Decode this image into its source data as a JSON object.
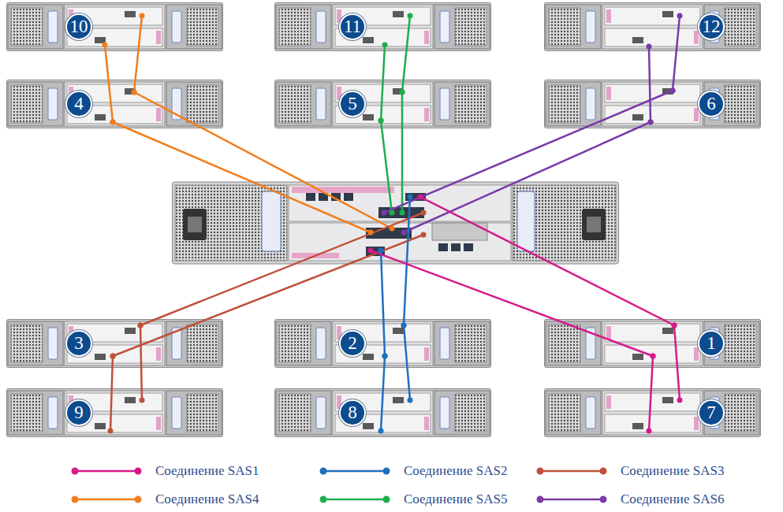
{
  "diagram": {
    "nodes": [
      {
        "text": [
          "10"
        ]
      },
      {
        "text": [
          "11"
        ]
      },
      {
        "text": [
          "12"
        ]
      },
      {
        "text": [
          "4"
        ]
      },
      {
        "text": [
          "5"
        ]
      },
      {
        "text": [
          "6"
        ]
      },
      {
        "text": [
          "3"
        ]
      },
      {
        "text": [
          "2"
        ]
      },
      {
        "text": [
          "1"
        ]
      },
      {
        "text": [
          "9"
        ]
      },
      {
        "text": [
          "8"
        ]
      },
      {
        "text": [
          "7"
        ]
      }
    ],
    "edges": [
      {
        "from": 0,
        "to": 3,
        "arrow": "none"
      },
      {
        "from": 0,
        "to": 3,
        "arrow": "none"
      },
      {
        "from": 1,
        "to": 4,
        "arrow": "none"
      },
      {
        "from": 1,
        "to": 4,
        "arrow": "none"
      },
      {
        "from": 2,
        "to": 5,
        "arrow": "none"
      },
      {
        "from": 2,
        "to": 5,
        "arrow": "none"
      },
      {
        "from": 6,
        "to": 9,
        "arrow": "none"
      },
      {
        "from": 6,
        "to": 9,
        "arrow": "none"
      },
      {
        "from": 7,
        "to": 10,
        "arrow": "none"
      },
      {
        "from": 7,
        "to": 10,
        "arrow": "none"
      },
      {
        "from": 8,
        "to": 11,
        "arrow": "none"
      },
      {
        "from": 8,
        "to": 11,
        "arrow": "none"
      }
    ],
    "legend": [
      {
        "text": "Соединение SAS1"
      },
      {
        "text": "Соединение SAS2"
      },
      {
        "text": "Соединение SAS3"
      },
      {
        "text": "Соединение SAS4"
      },
      {
        "text": "Соединение SAS5"
      },
      {
        "text": "Соединение SAS6"
      }
    ]
  }
}
